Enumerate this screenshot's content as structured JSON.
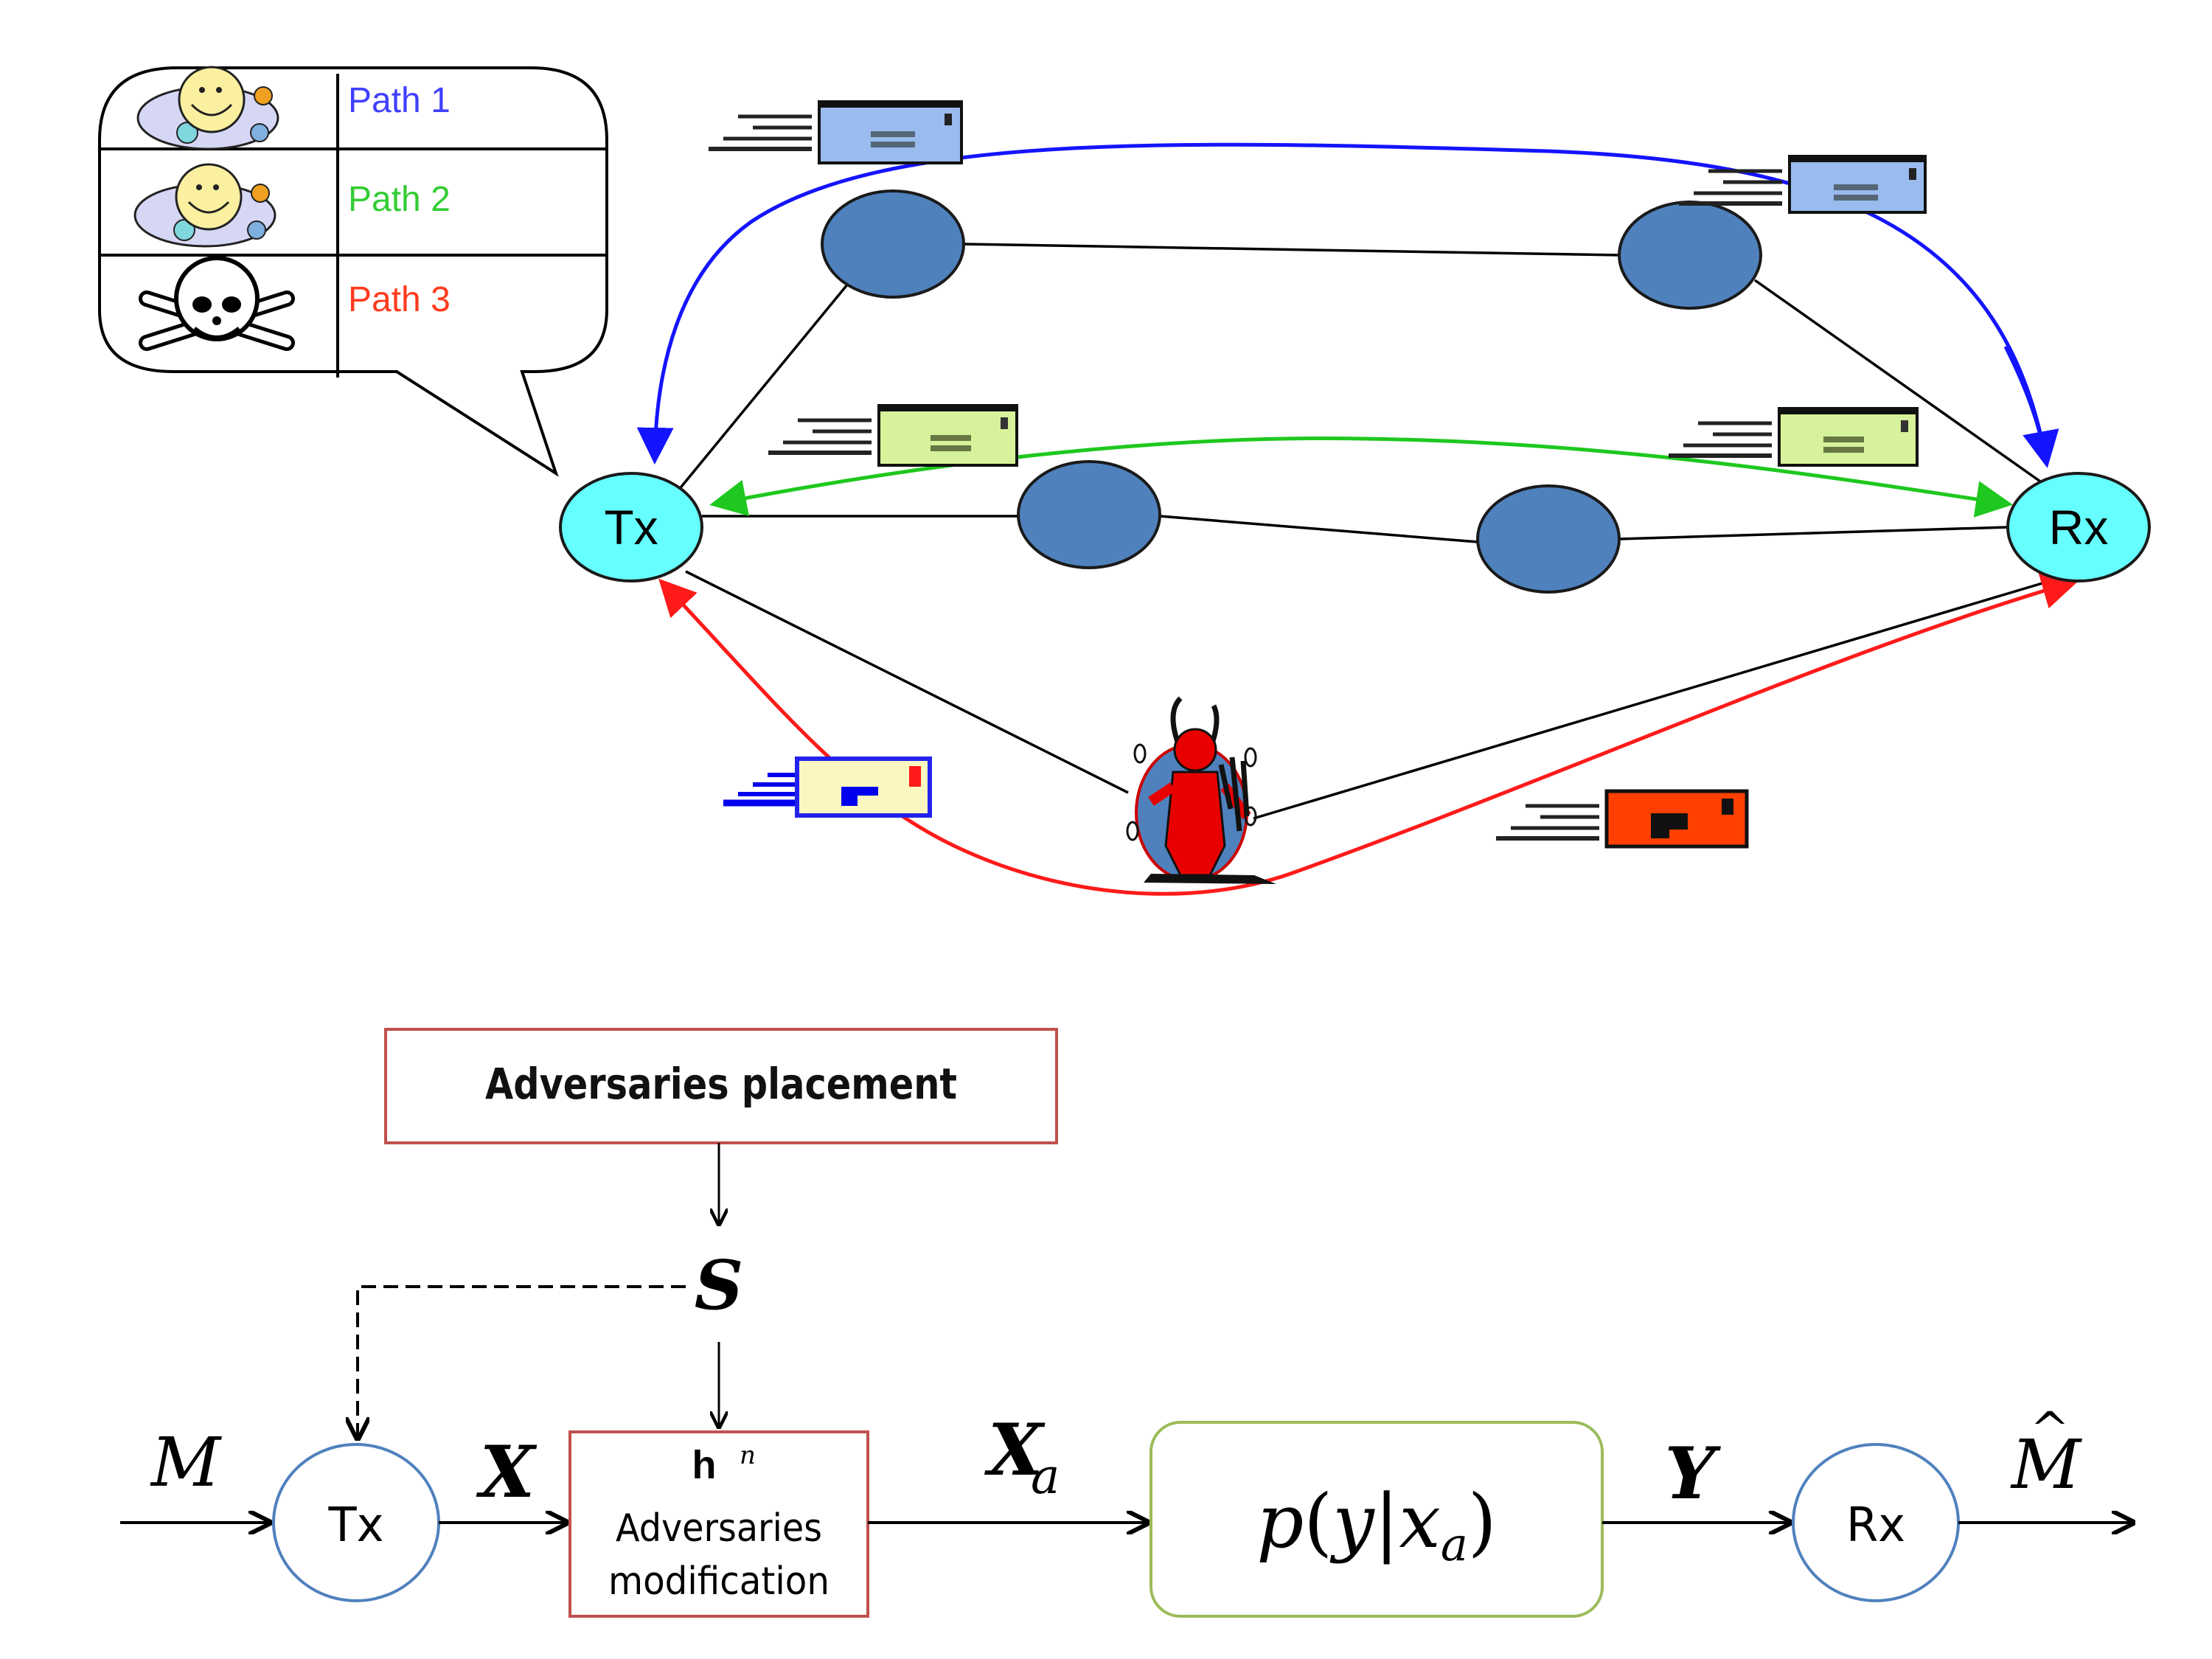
{
  "network": {
    "legend": {
      "rows": [
        {
          "icon": "smiley-face-icon",
          "label": "Path 1",
          "color": "#4040ff"
        },
        {
          "icon": "smiley-face-icon",
          "label": "Path 2",
          "color": "#33cc33"
        },
        {
          "icon": "skull-crossbones-icon",
          "label": "Path 3",
          "color": "#ff3b1f"
        }
      ]
    },
    "nodes": {
      "tx_label": "Tx",
      "rx_label": "Rx"
    },
    "colors": {
      "endpoint_fill": "#66ffff",
      "relay_fill": "#4f81bd",
      "path1": "#1414ff",
      "path2": "#1ec81e",
      "path3": "#ff1a1a",
      "envelope_blue": "#99bbee",
      "envelope_green": "#d6f29a",
      "envelope_red": "#ff4000",
      "envelope_yellow": "#fbf7c0"
    }
  },
  "block_diagram": {
    "placement_label": "Adversaries placement",
    "state_symbol": "S",
    "input_symbol": "M",
    "tx_label": "Tx",
    "x_symbol": "X",
    "modification_superscript_base": "h",
    "modification_superscript": "n",
    "modification_line1": "Adversaries",
    "modification_line2": "modification",
    "xa_symbol": "X",
    "xa_subscript": "a",
    "channel_p": "p",
    "channel_open": "(",
    "channel_y": "y",
    "channel_bar": "|",
    "channel_x": "x",
    "channel_sub": "a",
    "channel_close": ")",
    "y_symbol": "Y",
    "rx_label": "Rx",
    "output_symbol": "M",
    "output_hat": "^",
    "colors": {
      "placement_border": "#c0504d",
      "circle_border": "#4f81bd",
      "channel_border": "#9bbb59"
    }
  }
}
